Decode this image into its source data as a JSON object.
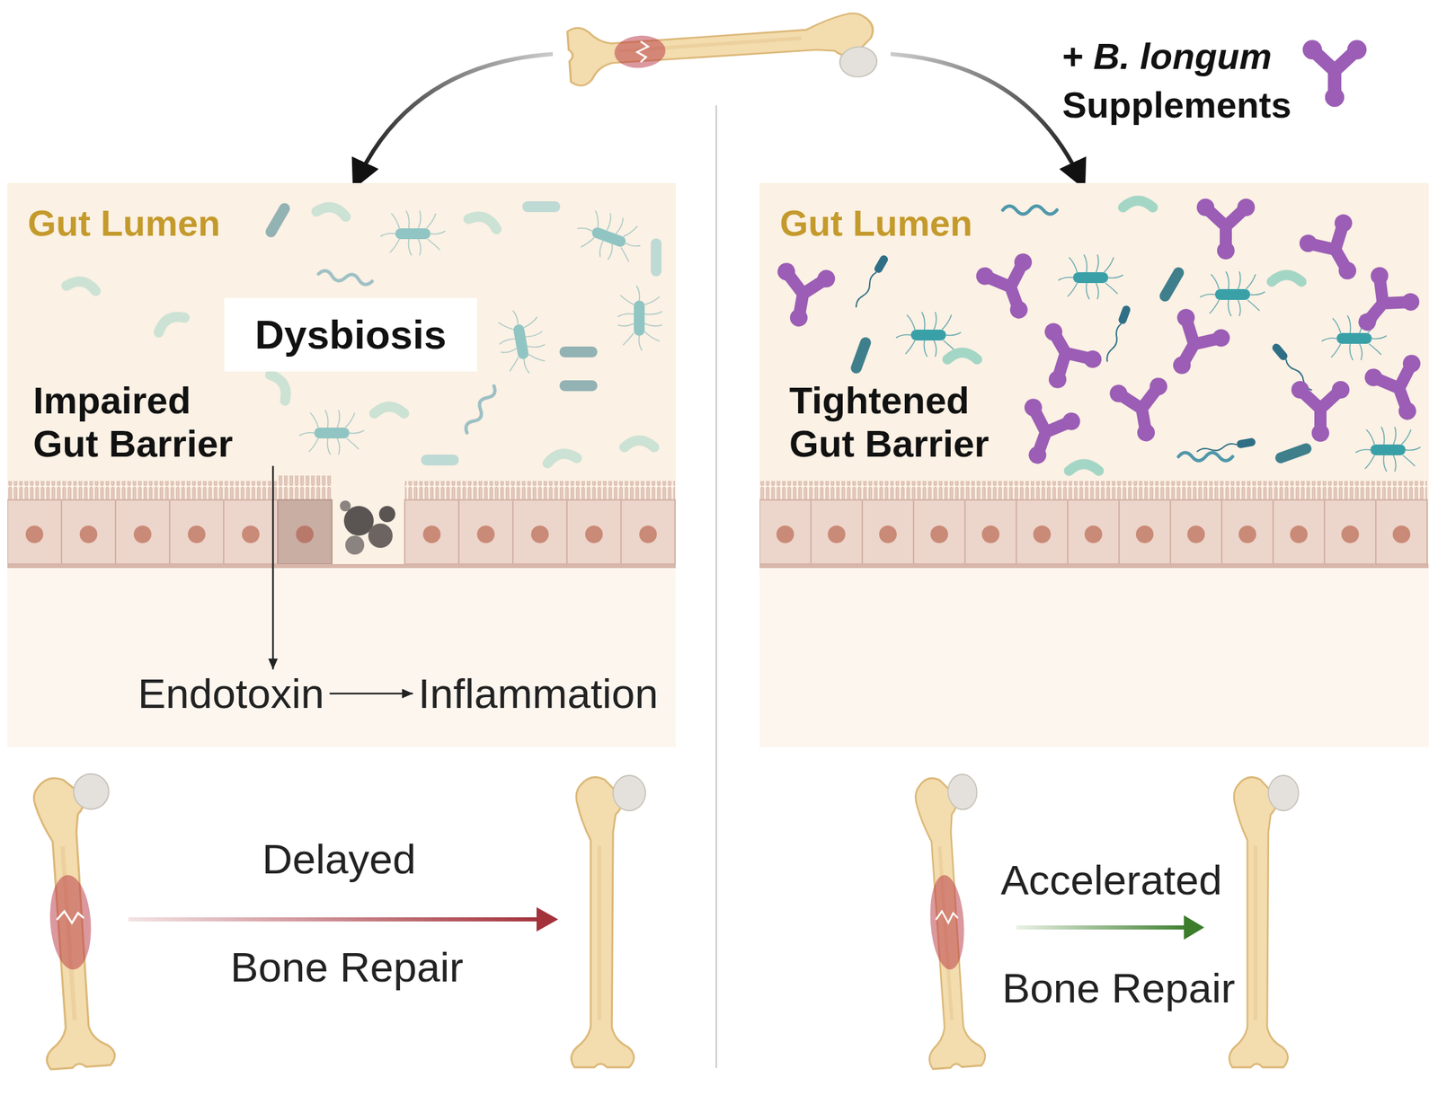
{
  "diagram": {
    "nodes": [
      {
        "text": [
          "Gut Lumen"
        ]
      },
      {
        "text": [
          "Dysbiosis"
        ],
        "in": 0
      },
      {
        "text": [
          "Impaired Gut Barrier"
        ],
        "in": 0
      },
      {
        "text": [
          "Endotoxin"
        ],
        "in": 0
      },
      {
        "text": [
          "Inflammation"
        ],
        "in": 0
      },
      {
        "text": [
          "Gut Lumen"
        ]
      },
      {
        "text": [
          "Tightened Gut Barrier"
        ],
        "in": 5
      }
    ],
    "edges": [
      {
        "from": 2,
        "to": 3,
        "arrow": "to"
      },
      {
        "from": 3,
        "to": 4,
        "arrow": "to"
      }
    ],
    "labels": [
      "+",
      "B. longum",
      "Supplements",
      "Delayed",
      "Bone Repair",
      "Accelerated",
      "Bone Repair"
    ]
  }
}
